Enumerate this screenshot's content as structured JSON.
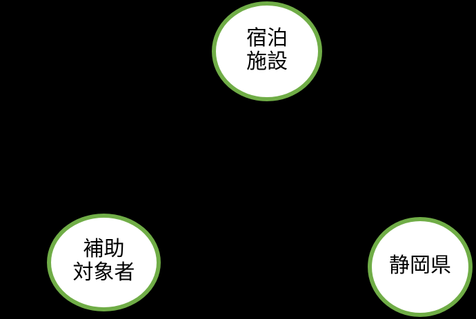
{
  "diagram": {
    "background_color": "#000000",
    "node_fill_color": "#FFFFFF",
    "node_border_color": "#70AD47",
    "text_color": "#000000",
    "nodes": [
      {
        "id": "accommodation-facility",
        "lines": [
          "宿泊",
          "施設"
        ]
      },
      {
        "id": "subsidy-recipient",
        "lines": [
          "補助",
          "対象者"
        ]
      },
      {
        "id": "shizuoka-prefecture",
        "lines": [
          "静岡県"
        ]
      }
    ]
  }
}
